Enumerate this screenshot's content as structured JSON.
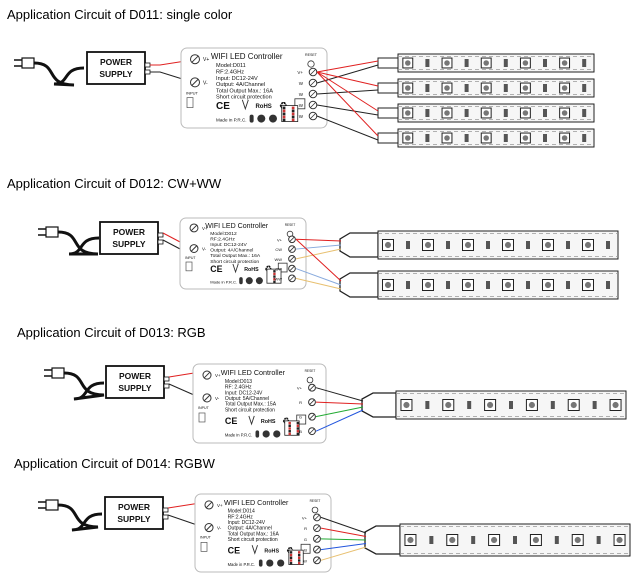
{
  "circuits": [
    {
      "heading": "Application Circuit of D011: single color",
      "power_supply": [
        "POWER",
        "SUPPLY"
      ],
      "controller": {
        "title": "WIFI LED Controller",
        "specs": [
          "Model:D011",
          "RF:2.4GHz",
          "Input: DC12-24V",
          "Output: 4A/Channel",
          "Total Output Max.: 16A",
          "Short circuit protection"
        ],
        "made_in": "Made in P.R.C.",
        "rohs": "RoHS",
        "ce": "CE",
        "reset": "RESET",
        "input_label": "INPUT",
        "vplus": "V+",
        "vminus": "V-",
        "ports": [
          "V+",
          "W",
          "W",
          "W",
          "W"
        ]
      }
    },
    {
      "heading": "Application Circuit of D012: CW+WW",
      "power_supply": [
        "POWER",
        "SUPPLY"
      ],
      "controller": {
        "title": "WIFI LED Controller",
        "specs": [
          "Model:D012",
          "RF:2.4GHz",
          "Input: DC12-24V",
          "Output: 4A/Channel",
          "Total Output Max.: 16A",
          "Short circuit protection"
        ],
        "made_in": "Made in P.R.C.",
        "rohs": "RoHS",
        "ce": "CE",
        "reset": "RESET",
        "input_label": "INPUT",
        "vplus": "V+",
        "vminus": "V-",
        "ports": [
          "V+",
          "CW",
          "WW",
          "CW",
          "WW"
        ]
      }
    },
    {
      "heading": "Application Circuit of D013: RGB",
      "power_supply": [
        "POWER",
        "SUPPLY"
      ],
      "controller": {
        "title": "WIFI LED Controller",
        "specs": [
          "Model:D013",
          "RF: 2.4GHz",
          "Input: DC12-24V",
          "Output: 5A/Channel",
          "Total Output Max.: 15A",
          "Short circuit protection"
        ],
        "made_in": "Made in P.R.C.",
        "rohs": "RoHS",
        "ce": "CE",
        "reset": "RESET",
        "input_label": "INPUT",
        "vplus": "V+",
        "vminus": "V-",
        "ports": [
          "V+",
          "R",
          "G",
          "B"
        ]
      }
    },
    {
      "heading": "Application Circuit of D014: RGBW",
      "power_supply": [
        "POWER",
        "SUPPLY"
      ],
      "controller": {
        "title": "WIFI LED Controller",
        "specs": [
          "Model:D014",
          "RF:2.4GHz",
          "Input: DC12-24V",
          "Output: 4A/Channel",
          "Total Output Max.: 16A",
          "Short circuit protection"
        ],
        "made_in": "Made in P.R.C.",
        "rohs": "RoHS",
        "ce": "CE",
        "reset": "RESET",
        "input_label": "INPUT",
        "vplus": "V+",
        "vminus": "V-",
        "ports": [
          "V+",
          "R",
          "G",
          "B",
          "W"
        ]
      }
    }
  ],
  "colors": {
    "wire": "#222222",
    "red": "#e02020",
    "green": "#22aa33",
    "blue": "#2255dd",
    "cw": "#88aadd",
    "ww": "#e8c070",
    "white": "#bbbbbb",
    "strip": "#f6f6f6",
    "led": "#777777"
  }
}
